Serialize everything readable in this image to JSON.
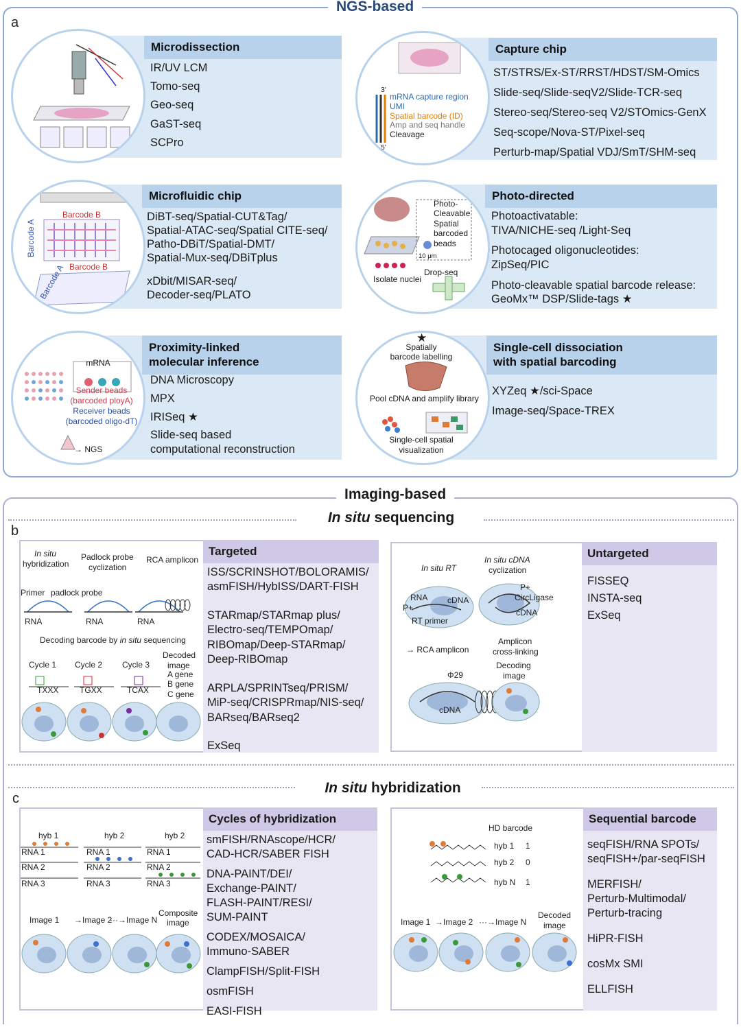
{
  "sections": {
    "ngs_title": "NGS-based",
    "imaging_title": "Imaging-based",
    "in_situ_seq_italic": "In situ",
    "in_situ_seq_rest": " sequencing",
    "in_situ_hyb_italic": "In situ",
    "in_situ_hyb_rest": " hybridization",
    "letter_a": "a",
    "letter_b": "b",
    "letter_c": "c"
  },
  "ngs": {
    "microdissection": {
      "title": "Microdissection",
      "items": [
        "IR/UV LCM",
        "Tomo-seq",
        "Geo-seq",
        "GaST-seq",
        "SCPro"
      ]
    },
    "capture_chip": {
      "title": "Capture chip",
      "items": [
        "ST/STRS/Ex-ST/RRST/HDST/SM-Omics",
        "Slide-seq/Slide-seqV2/Slide-TCR-seq",
        "Stereo-seq/Stereo-seq V2/STOmics-GenX",
        "Seq-scope/Nova-ST/Pixel-seq",
        "Perturb-map/Spatial VDJ/SmT/SHM-seq"
      ],
      "diagram": {
        "prime3": "3'",
        "prime5": "5'",
        "mrna_region": "mRNA capture region",
        "umi": "UMI",
        "barcode": "Spatial barcode (ID)",
        "amp": "Amp and seq handle",
        "cleavage": "Cleavage"
      }
    },
    "microfluidic": {
      "title": "Microfluidic chip",
      "items": [
        "DiBT-seq/Spatial-CUT&Tag/",
        "Spatial-ATAC-seq/Spatial CITE-seq/",
        "Patho-DBiT/Spatial-DMT/",
        "Spatial-Mux-seq/DBiTplus"
      ],
      "items2": [
        "xDbit/MISAR-seq/",
        "Decoder-seq/PLATO"
      ],
      "diagram": {
        "barcode_b": "Barcode B",
        "barcode_a": "Barcode A",
        "barcode_b2": "Barcode B",
        "barcode_a2": "Barcode A"
      }
    },
    "photo": {
      "title": "Photo-directed",
      "line1": "Photoactivatable:",
      "line2": "TIVA/NICHE-seq /Light-Seq",
      "line3": "Photocaged oligonucleotides:",
      "line4": "ZipSeq/PIC",
      "line5": "Photo-cleavable spatial barcode release:",
      "line6": "GeoMx™ DSP/Slide-tags ★",
      "star": "★",
      "diagram": {
        "photo1": "Photo-",
        "photo2": "Cleavable",
        "photo3": "Spatial",
        "photo4": "barcoded",
        "photo5": "beads",
        "scale": "10 μm",
        "isolate": "Isolate nuclei",
        "drop": "Drop-seq"
      }
    },
    "proximity": {
      "title1": "Proximity-linked",
      "title2": "molecular inference",
      "items": [
        "DNA Microscopy",
        "MPX",
        "IRISeq ★"
      ],
      "items2": [
        "Slide-seq based",
        "computational reconstruction"
      ],
      "star": "★",
      "diagram": {
        "mrna": "mRNA",
        "sender": "Sender beads",
        "sender2": "(barcoded ployA)",
        "receiver": "Receiver beads",
        "receiver2": "(barcoded oligo-dT)",
        "ngs": "NGS"
      }
    },
    "single_cell": {
      "title1": "Single-cell dissociation",
      "title2": "with spatial barcoding",
      "items": [
        "XYZeq ★/sci-Space",
        "Image-seq/Space-TREX"
      ],
      "star": "★",
      "diagram": {
        "spatially": "Spatially",
        "barcode_labelling": "barcode labelling",
        "pool": "Pool cDNA and amplify library",
        "vis1": "Single-cell spatial",
        "vis2": "visualization"
      }
    }
  },
  "imaging": {
    "targeted": {
      "title": "Targeted",
      "groups": [
        [
          "ISS/SCRINSHOT/BOLORAMIS/",
          "asmFISH/HybISS/DART-FISH"
        ],
        [
          "STARmap/STARmap plus/",
          "Electro-seq/TEMPOmap/",
          "RIBOmap/Deep-STARmap/",
          "Deep-RIBOmap"
        ],
        [
          "ARPLA/SPRINTseq/PRISM/",
          "MiP-seq/CRISPRmap/NIS-seq/",
          "BARseq/BARseq2"
        ],
        [
          "ExSeq"
        ]
      ],
      "diagram": {
        "ish1": "In situ",
        "ish2": "hybridization",
        "padlock1": "Padlock probe",
        "padlock2": "cyclization",
        "rca": "RCA amplicon",
        "primer": "Primer",
        "padlock_probe": "padlock probe",
        "rna": "RNA",
        "decoding_pre": "Decoding barcode by ",
        "decoding_it": "in situ",
        "decoding_post": " sequencing",
        "cycle1": "Cycle 1",
        "cycle2": "Cycle 2",
        "cycle3": "Cycle 3",
        "decoded1": "Decoded",
        "decoded2": "image",
        "agene": "A gene",
        "bgene": "B gene",
        "cgene": "C gene",
        "seq1": "TXXX",
        "seq2": "TGXX",
        "seq3": "TCAX"
      }
    },
    "untargeted": {
      "title": "Untargeted",
      "items": [
        "FISSEQ",
        "INSTA-seq",
        "ExSeq"
      ],
      "diagram": {
        "rt": "In situ RT",
        "cdna_cyc1": "In situ cDNA",
        "cdna_cyc2": "cyclization",
        "rna": "RNA",
        "cdna": "cDNA",
        "p": "P+",
        "rt_primer": "RT primer",
        "circligase": "CircLigase",
        "rca": "RCA amplicon",
        "amp1": "Amplicon",
        "amp2": "cross-linking",
        "dec1": "Decoding",
        "dec2": "image",
        "phi": "Φ29"
      }
    },
    "cycles": {
      "title": "Cycles of hybridization",
      "groups": [
        [
          "smFISH/RNAscope/HCR/",
          "CAD-HCR/SABER FISH"
        ],
        [
          "DNA-PAINT/DEI/",
          "Exchange-PAINT/",
          "FLASH-PAINT/RESI/",
          "SUM-PAINT"
        ],
        [
          "CODEX/MOSAICA/",
          "Immuno-SABER"
        ],
        [
          "ClampFISH/Split-FISH"
        ],
        [
          "osmFISH"
        ],
        [
          "EASI-FISH"
        ]
      ],
      "diagram": {
        "hyb1": "hyb 1",
        "hyb2": "hyb 2",
        "hyb2b": "hyb 2",
        "rna1": "RNA 1",
        "rna2": "RNA 2",
        "rna3": "RNA 3",
        "image1": "Image 1",
        "image2": "Image 2",
        "imagen": "Image N",
        "composite1": "Composite",
        "composite2": "image"
      }
    },
    "sequential": {
      "title": "Sequential barcode",
      "groups": [
        [
          "seqFISH/RNA SPOTs/",
          "seqFISH+/par-seqFISH"
        ],
        [
          "MERFISH/",
          "Perturb-Multimodal/",
          "Perturb-tracing"
        ],
        [
          "HiPR-FISH"
        ],
        [
          "cosMx SMI"
        ],
        [
          "ELLFISH"
        ]
      ],
      "diagram": {
        "hd": "HD barcode",
        "hyb1": "hyb 1",
        "hyb2": "hyb 2",
        "hybn": "hyb N",
        "v1": "1",
        "v2": "0",
        "v3": "1",
        "image1": "Image 1",
        "image2": "Image 2",
        "imagen": "Image N",
        "decoded1": "Decoded",
        "decoded2": "image"
      }
    }
  }
}
